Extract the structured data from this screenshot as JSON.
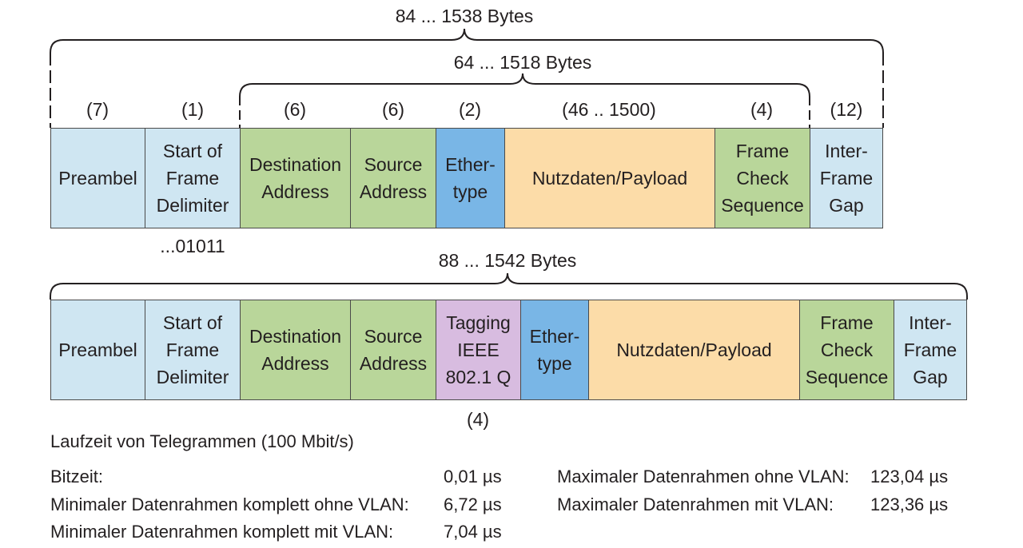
{
  "colors": {
    "blue_light": "#cfe6f2",
    "green": "#b9d69a",
    "blue": "#79b6e6",
    "orange": "#fcdca8",
    "purple": "#d8bce0"
  },
  "frame1": {
    "outer_label": "84 ... 1538 Bytes",
    "inner_label": "64 ... 1518 Bytes",
    "cells": [
      {
        "label": "Preambel",
        "bytes": "(7)",
        "color": "#cfe6f2"
      },
      {
        "label": "Start of\nFrame\nDelimiter",
        "bytes": "(1)",
        "color": "#cfe6f2"
      },
      {
        "label": "Destination\nAddress",
        "bytes": "(6)",
        "color": "#b9d69a"
      },
      {
        "label": "Source\nAddress",
        "bytes": "(6)",
        "color": "#b9d69a"
      },
      {
        "label": "Ether-\ntype",
        "bytes": "(2)",
        "color": "#79b6e6"
      },
      {
        "label": "Nutzdaten/Payload",
        "bytes": "(46 .. 1500)",
        "color": "#fcdca8"
      },
      {
        "label": "Frame\nCheck\nSequence",
        "bytes": "(4)",
        "color": "#b9d69a"
      },
      {
        "label": "Inter-\nFrame\nGap",
        "bytes": "(12)",
        "color": "#cfe6f2"
      }
    ],
    "sfd_bits": "...01011"
  },
  "frame2": {
    "outer_label": "88 ... 1542 Bytes",
    "cells": [
      {
        "label": "Preambel",
        "color": "#cfe6f2"
      },
      {
        "label": "Start of\nFrame\nDelimiter",
        "color": "#cfe6f2"
      },
      {
        "label": "Destination\nAddress",
        "color": "#b9d69a"
      },
      {
        "label": "Source\nAddress",
        "color": "#b9d69a"
      },
      {
        "label": "Tagging\nIEEE\n802.1 Q",
        "color": "#d8bce0"
      },
      {
        "label": "Ether-\ntype",
        "color": "#79b6e6"
      },
      {
        "label": "Nutzdaten/Payload",
        "color": "#fcdca8"
      },
      {
        "label": "Frame\nCheck\nSequence",
        "color": "#b9d69a"
      },
      {
        "label": "Inter-\nFrame\nGap",
        "color": "#cfe6f2"
      }
    ],
    "tag_bytes": "(4)"
  },
  "timing": {
    "title": "Laufzeit von Telegrammen (100 Mbit/s)",
    "left": [
      {
        "label": "Bitzeit:",
        "value": "0,01 µs"
      },
      {
        "label": "Minimaler Datenrahmen komplett ohne VLAN:",
        "value": "6,72 µs"
      },
      {
        "label": "Minimaler Datenrahmen komplett mit VLAN:",
        "value": "7,04 µs"
      }
    ],
    "right": [
      {
        "label": "Maximaler Datenrahmen ohne VLAN:",
        "value": "123,04 µs"
      },
      {
        "label": "Maximaler Datenrahmen mit VLAN:",
        "value": "123,36 µs"
      }
    ]
  }
}
